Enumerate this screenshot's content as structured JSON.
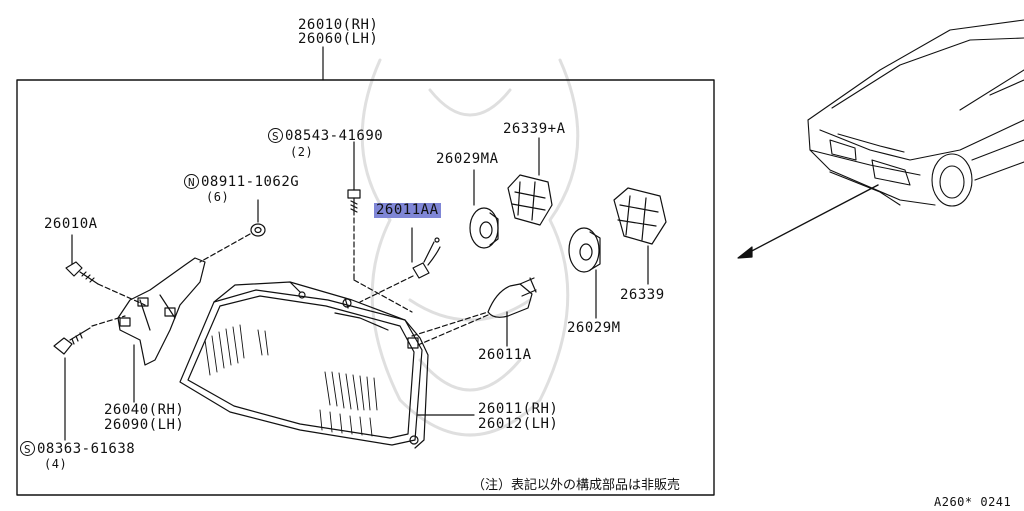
{
  "assembly": {
    "line1": "26010(RH)",
    "line2": "26060(LH)"
  },
  "parts": {
    "screw_a": {
      "symbol": "S",
      "code": "08543-41690",
      "qty": "(2)"
    },
    "nut": {
      "symbol": "N",
      "code": "08911-1062G",
      "qty": "(6)"
    },
    "bracket_screw": "26010A",
    "bulb_small": "26011AA",
    "socket_a": "26339+A",
    "cap_a": "26029MA",
    "socket": "26339",
    "cap": "26029M",
    "bulb": "26011A",
    "bracket": {
      "line1": "26040(RH)",
      "line2": "26090(LH)"
    },
    "screw_b": {
      "symbol": "S",
      "code": "08363-61638",
      "qty": "(4)"
    },
    "lamp": {
      "line1": "26011(RH)",
      "line2": "26012(LH)"
    }
  },
  "note": "（注）表記以外の構成部品は非販売",
  "diagram_code": "A260* 0241",
  "highlight_color": "#7f86d6"
}
